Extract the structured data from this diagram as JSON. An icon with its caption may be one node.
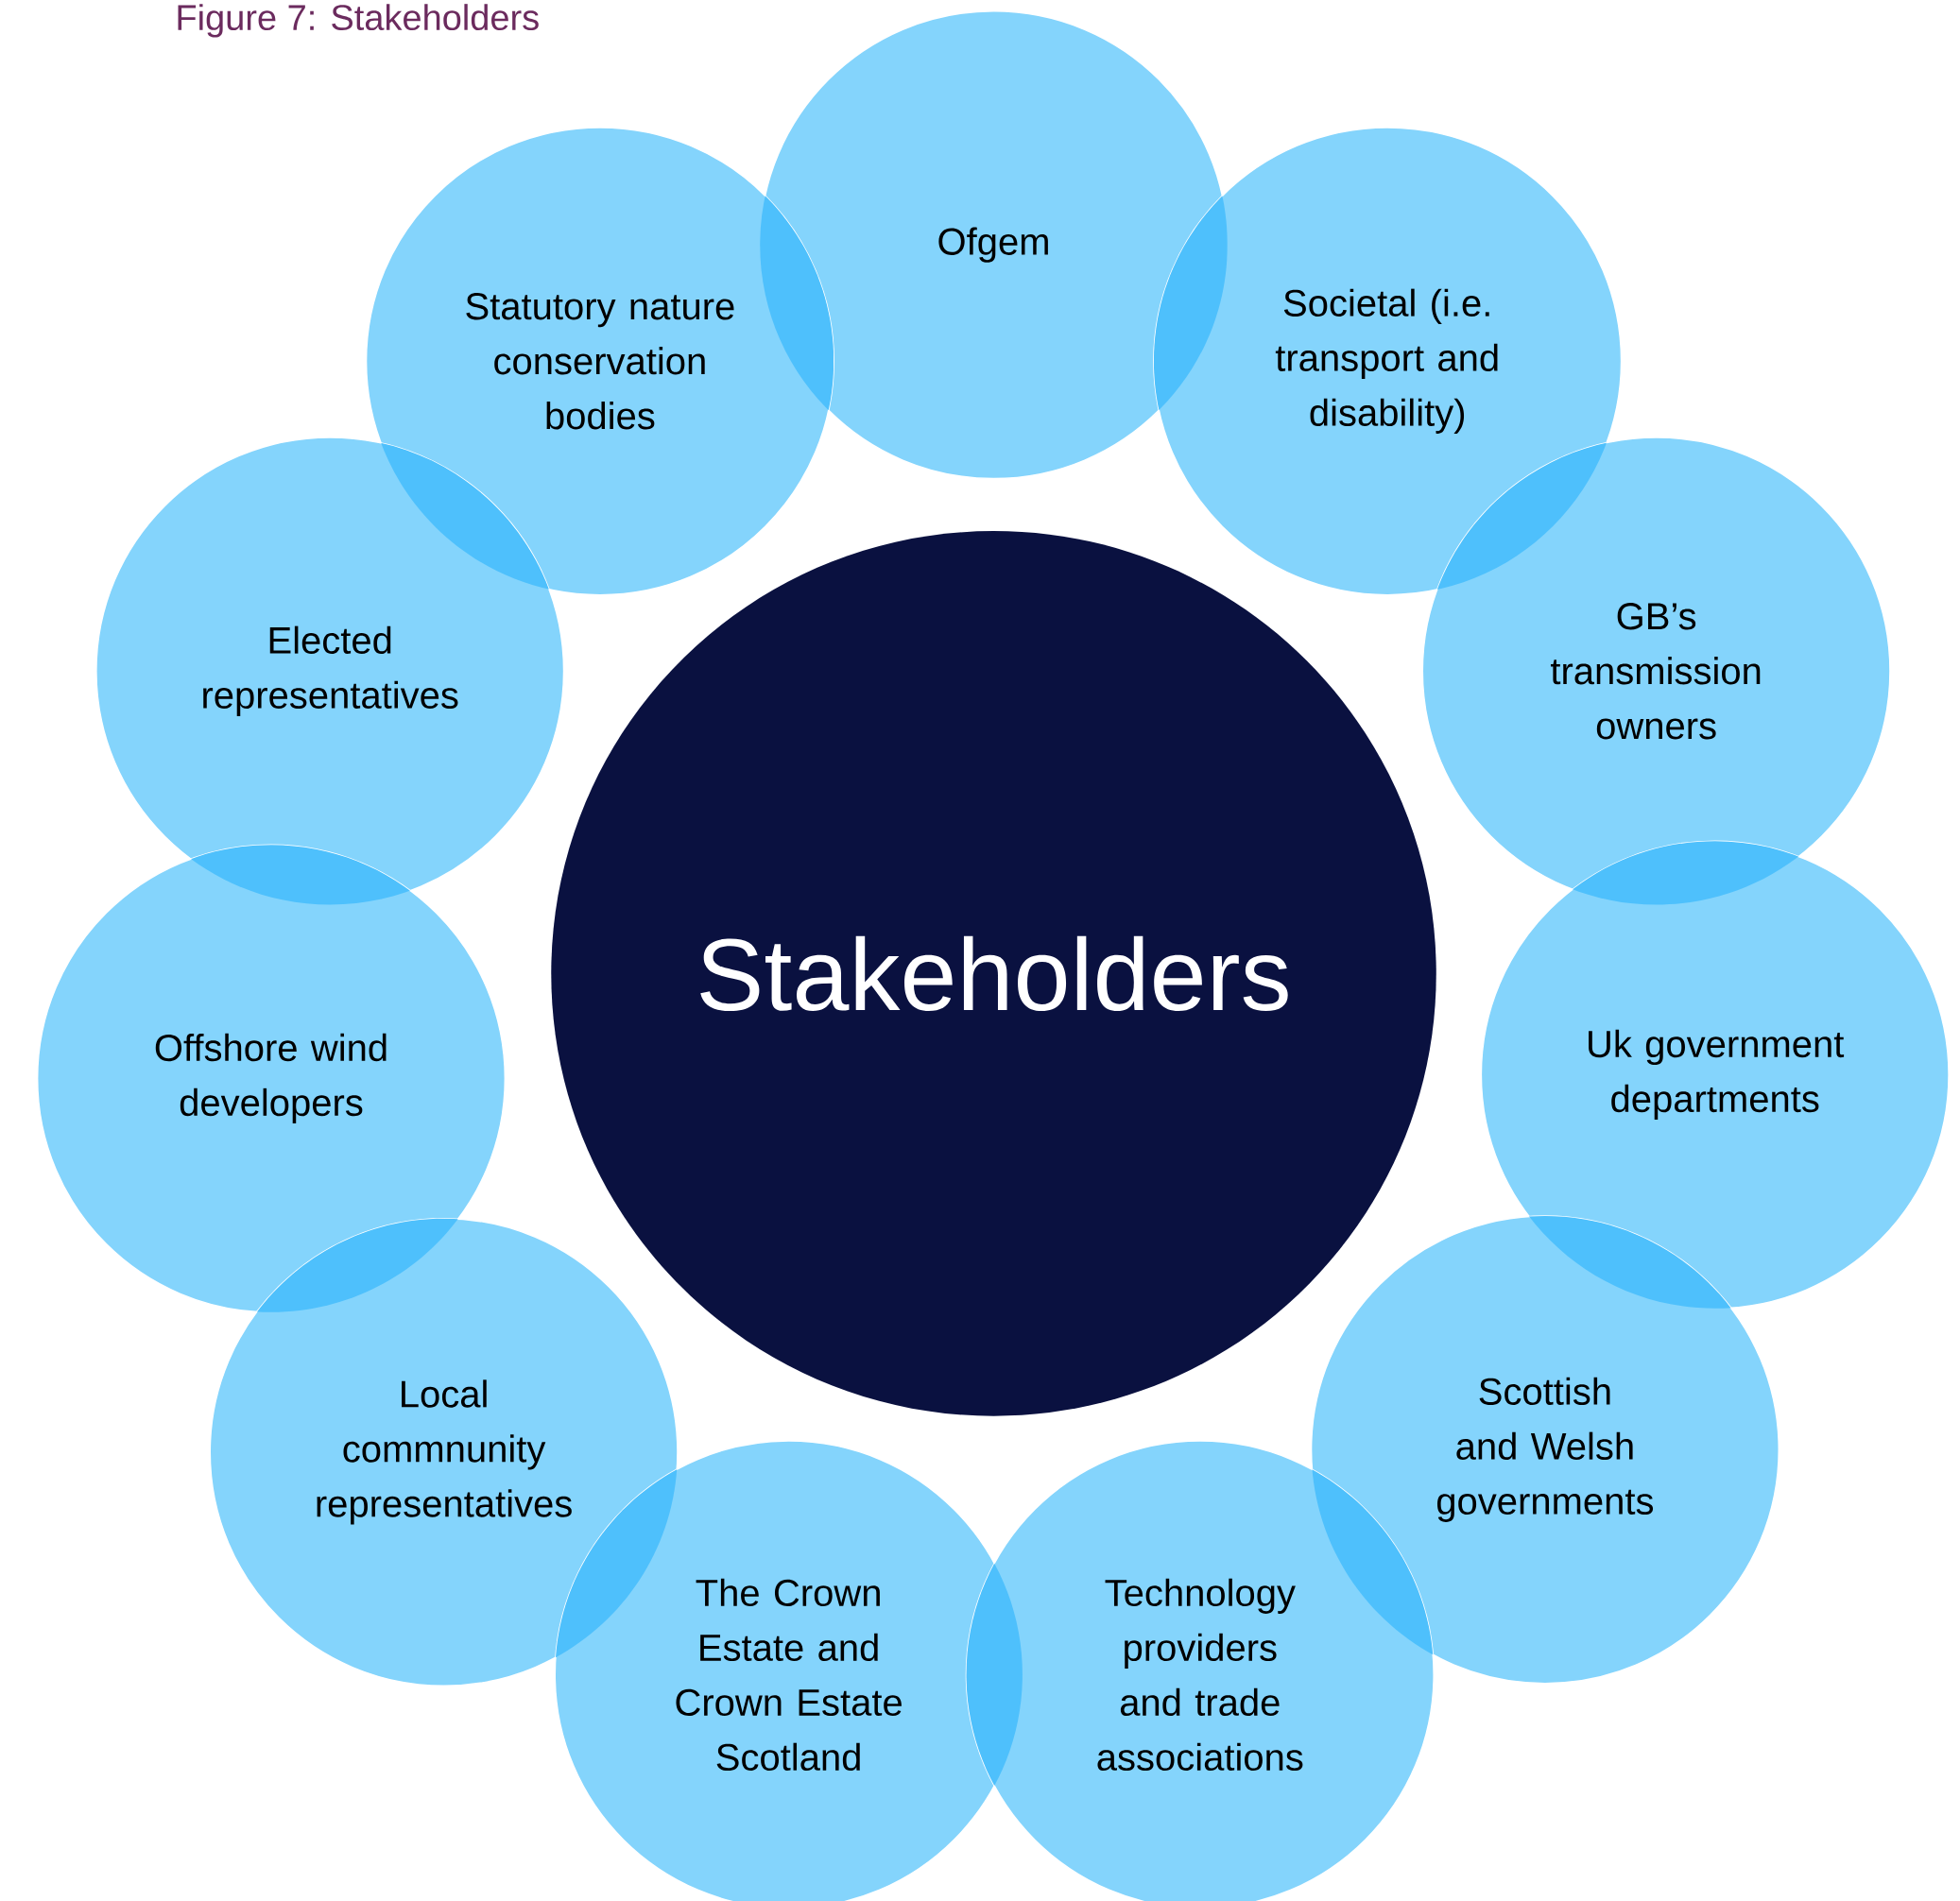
{
  "diagram": {
    "title": "Figure 7:  Stakeholders",
    "nodes": [
      {
        "text": [
          "Ofgem"
        ]
      },
      {
        "text": [
          "Statutory nature conservation bodies"
        ]
      },
      {
        "text": [
          "Societal (i.e. transport and disability)"
        ]
      },
      {
        "text": [
          "Elected representatives"
        ]
      },
      {
        "text": [
          "GB’s transmission owners"
        ]
      },
      {
        "text": [
          "Stakeholders"
        ]
      },
      {
        "text": [
          "Offshore wind developers"
        ]
      },
      {
        "text": [
          "Uk government departments"
        ]
      },
      {
        "text": [
          "Local commnunity representatives"
        ]
      },
      {
        "text": [
          "Scottish and Welsh governments"
        ]
      },
      {
        "text": [
          "The Crown Estate and Crown Estate Scotland"
        ]
      },
      {
        "text": [
          "Technology providers and trade associations"
        ]
      }
    ]
  }
}
